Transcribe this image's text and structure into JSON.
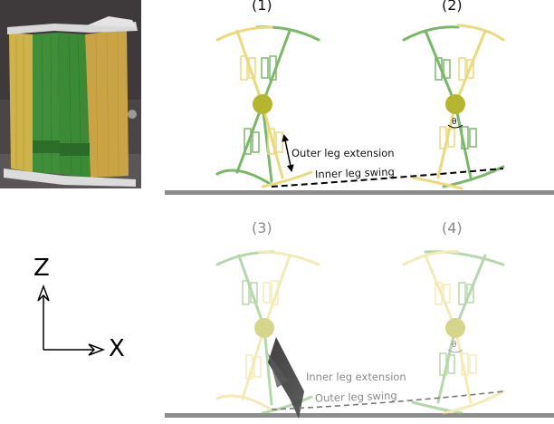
{
  "panels": [
    {
      "number": "(1)"
    },
    {
      "number": "(2)"
    },
    {
      "number": "(3)"
    },
    {
      "number": "(4)"
    }
  ],
  "annotations": {
    "outer_leg_extension": "Outer leg extension",
    "inner_leg_swing": "Inner leg swing",
    "inner_leg_extension": "Inner leg extension",
    "outer_leg_swing": "Outer leg swing",
    "theta": "θ"
  },
  "axes": {
    "z": "Z",
    "x": "X"
  },
  "colors": {
    "outer_leg": "#7ab869",
    "inner_leg": "#ecd97a",
    "hip_joint": "#b5b52e",
    "ground": "#8c8c8c"
  }
}
